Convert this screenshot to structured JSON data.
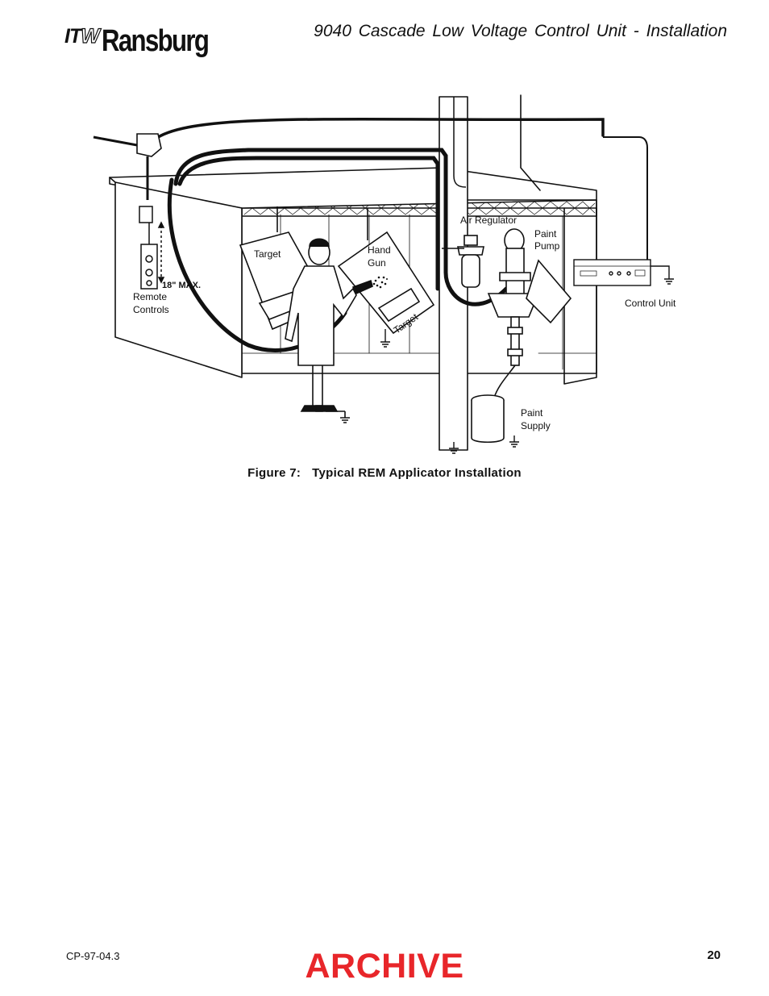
{
  "header": {
    "logo_itw_prefix": "IT",
    "logo_itw_w": "W",
    "logo_brand": "Ransburg",
    "document_title": "9040 Cascade Low Voltage Control Unit - Installation"
  },
  "figure": {
    "labels": {
      "air_regulator": "Air Regulator",
      "paint_pump_line1": "Paint",
      "paint_pump_line2": "Pump",
      "target_left": "Target",
      "hand_gun_line1": "Hand",
      "hand_gun_line2": "Gun",
      "target_right": "Target",
      "remote_controls_line1": "Remote",
      "remote_controls_line2": "Controls",
      "distance": "18\" MAX.",
      "control_unit": "Control Unit",
      "paint_supply_line1": "Paint",
      "paint_supply_line2": "Supply"
    },
    "caption_number": "Figure 7:",
    "caption_text": "Typical REM Applicator Installation"
  },
  "footer": {
    "document_code": "CP-97-04.3",
    "watermark": "ARCHIVE",
    "page_number": "20"
  }
}
